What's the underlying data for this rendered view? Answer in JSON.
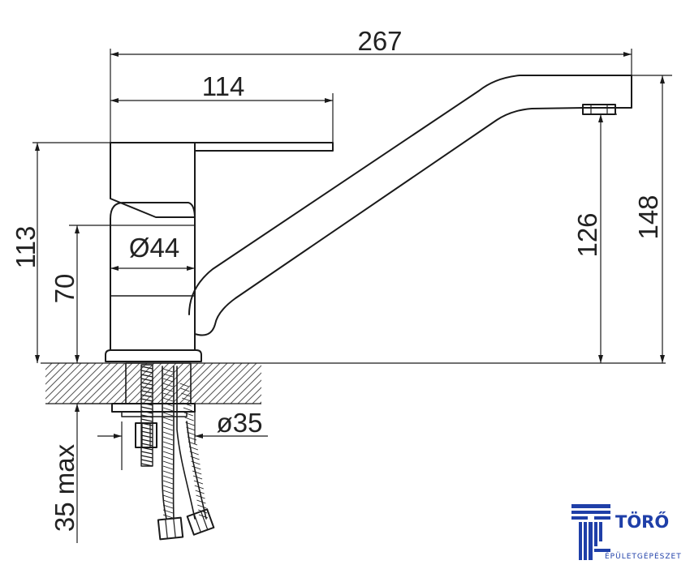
{
  "dimensions": {
    "total_length": "267",
    "handle_length": "114",
    "total_height": "113",
    "body_height": "70",
    "body_diameter": "Ø44",
    "spout_height": "126",
    "overall_height": "148",
    "mount_hole": "ø35",
    "max_counter": "35 max"
  },
  "brand": {
    "name": "TÖRŐ",
    "tagline": "ÉPÜLETGÉPÉSZET",
    "color": "#1f3fa8",
    "icon": "toro-logo-icon"
  }
}
